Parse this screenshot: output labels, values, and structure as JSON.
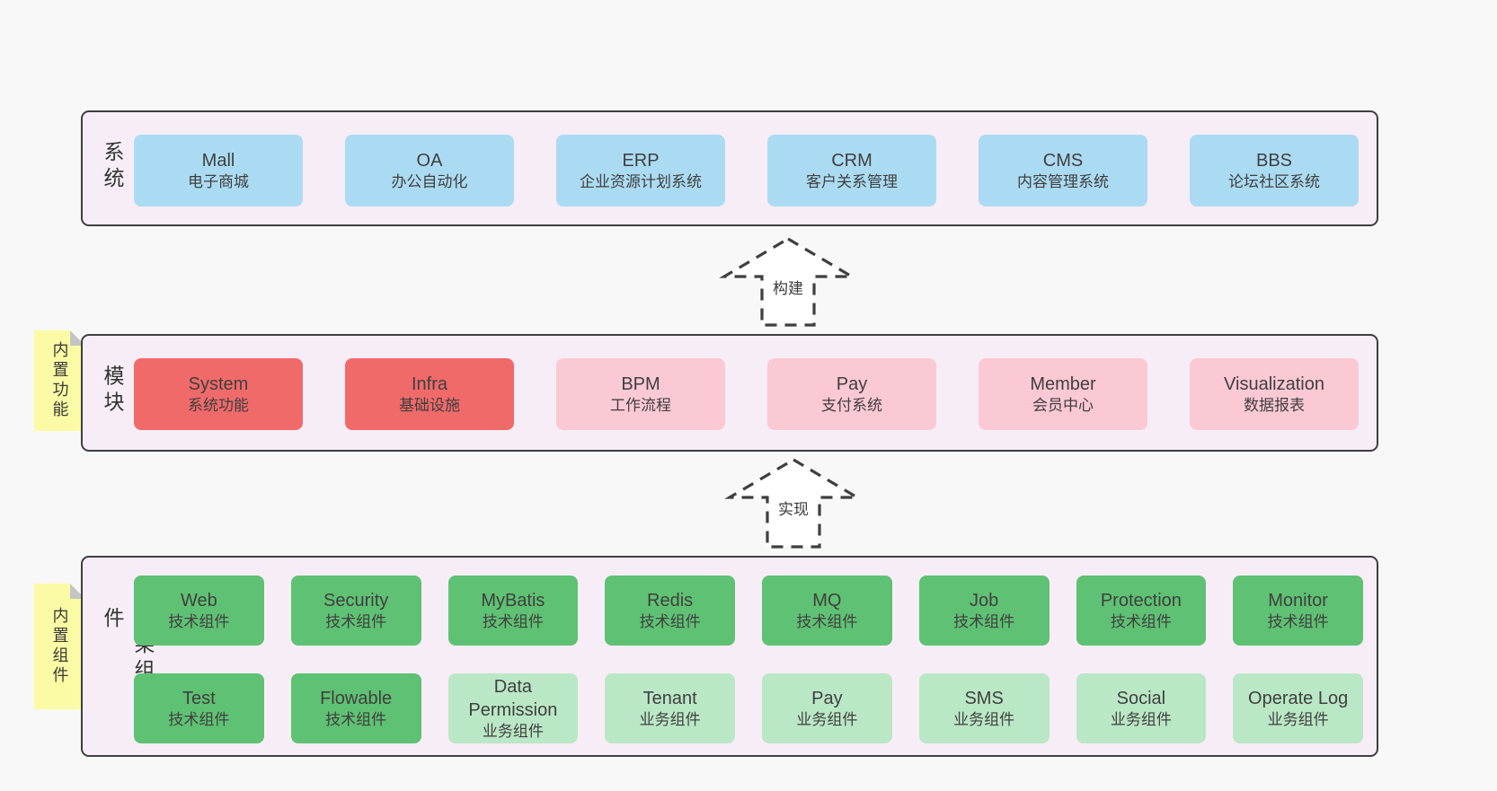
{
  "colors": {
    "page_bg": "#f8f8f8",
    "band_bg": "#f7edf6",
    "border": "#3f3f3f",
    "blue_box": "#abdbf2",
    "red_box": "#f16a6a",
    "pink_box": "#fbc9d3",
    "green_dark_box": "#5fc173",
    "green_light_box": "#bae7c5",
    "sticky_note": "#fbfba5",
    "note_fold": "#c4c4c4",
    "text": "#3f3f3f"
  },
  "bands": [
    {
      "label": "业务系统",
      "boxes": [
        {
          "name": "Mall",
          "desc": "电子商城"
        },
        {
          "name": "OA",
          "desc": "办公自动化"
        },
        {
          "name": "ERP",
          "desc": "企业资源计划系统"
        },
        {
          "name": "CRM",
          "desc": "客户关系管理"
        },
        {
          "name": "CMS",
          "desc": "内容管理系统"
        },
        {
          "name": "BBS",
          "desc": "论坛社区系统"
        }
      ]
    },
    {
      "label": "通用模块",
      "note": "内置功能",
      "boxes": [
        {
          "name": "System",
          "desc": "系统功能"
        },
        {
          "name": "Infra",
          "desc": "基础设施"
        },
        {
          "name": "BPM",
          "desc": "工作流程"
        },
        {
          "name": "Pay",
          "desc": "支付系统"
        },
        {
          "name": "Member",
          "desc": "会员中心"
        },
        {
          "name": "Visualization",
          "desc": "数据报表"
        }
      ]
    },
    {
      "label": "框架组件",
      "note": "内置组件",
      "rows": [
        [
          {
            "name": "Web",
            "desc": "技术组件"
          },
          {
            "name": "Security",
            "desc": "技术组件"
          },
          {
            "name": "MyBatis",
            "desc": "技术组件"
          },
          {
            "name": "Redis",
            "desc": "技术组件"
          },
          {
            "name": "MQ",
            "desc": "技术组件"
          },
          {
            "name": "Job",
            "desc": "技术组件"
          },
          {
            "name": "Protection",
            "desc": "技术组件"
          },
          {
            "name": "Monitor",
            "desc": "技术组件"
          }
        ],
        [
          {
            "name": "Test",
            "desc": "技术组件"
          },
          {
            "name": "Flowable",
            "desc": "技术组件"
          },
          {
            "name": "Data Permission",
            "desc": "业务组件"
          },
          {
            "name": "Tenant",
            "desc": "业务组件"
          },
          {
            "name": "Pay",
            "desc": "业务组件"
          },
          {
            "name": "SMS",
            "desc": "业务组件"
          },
          {
            "name": "Social",
            "desc": "业务组件"
          },
          {
            "name": "Operate Log",
            "desc": "业务组件"
          }
        ]
      ]
    }
  ],
  "arrows": [
    {
      "label": "构建"
    },
    {
      "label": "实现"
    }
  ]
}
